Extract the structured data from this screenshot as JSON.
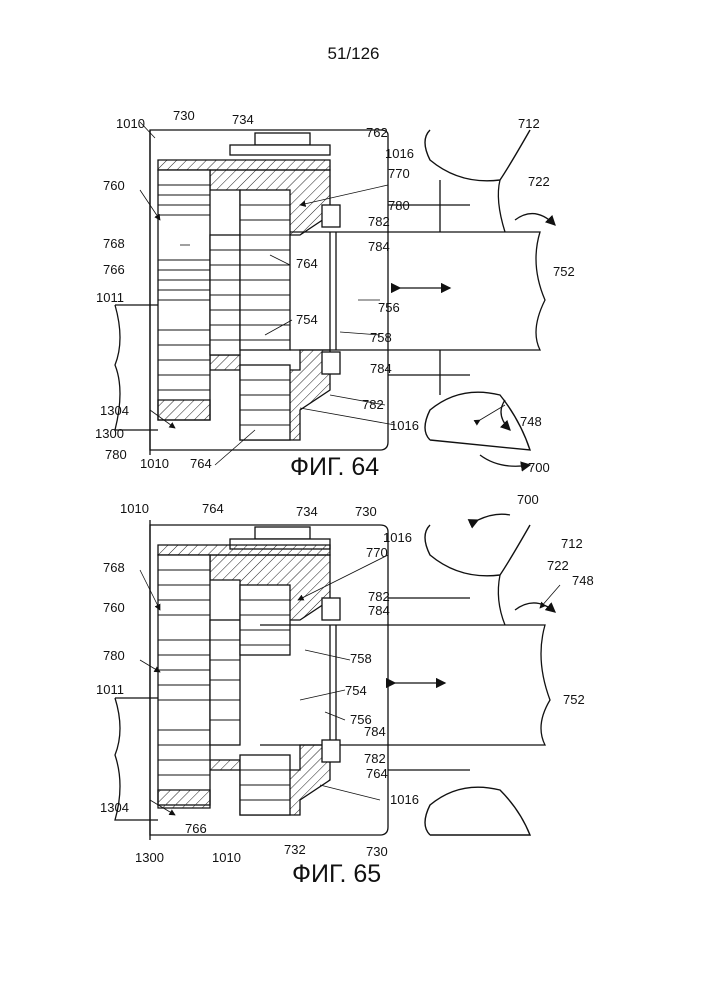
{
  "page": {
    "number": "51/126"
  },
  "figures": [
    {
      "caption": "ФИГ. 64",
      "labels": [
        "1010",
        "730",
        "734",
        "762",
        "712",
        "1016",
        "770",
        "722",
        "780",
        "782",
        "784",
        "760",
        "768",
        "764",
        "766",
        "752",
        "1011",
        "756",
        "754",
        "758",
        "784",
        "782",
        "1304",
        "1016",
        "748",
        "1300",
        "780",
        "1010",
        "764",
        "700"
      ]
    },
    {
      "caption": "ФИГ. 65",
      "labels": [
        "1010",
        "764",
        "734",
        "730",
        "700",
        "1016",
        "770",
        "712",
        "722",
        "748",
        "768",
        "782",
        "784",
        "760",
        "758",
        "780",
        "1011",
        "754",
        "752",
        "756",
        "784",
        "782",
        "764",
        "1016",
        "1304",
        "766",
        "732",
        "730",
        "1300",
        "1010"
      ]
    }
  ]
}
